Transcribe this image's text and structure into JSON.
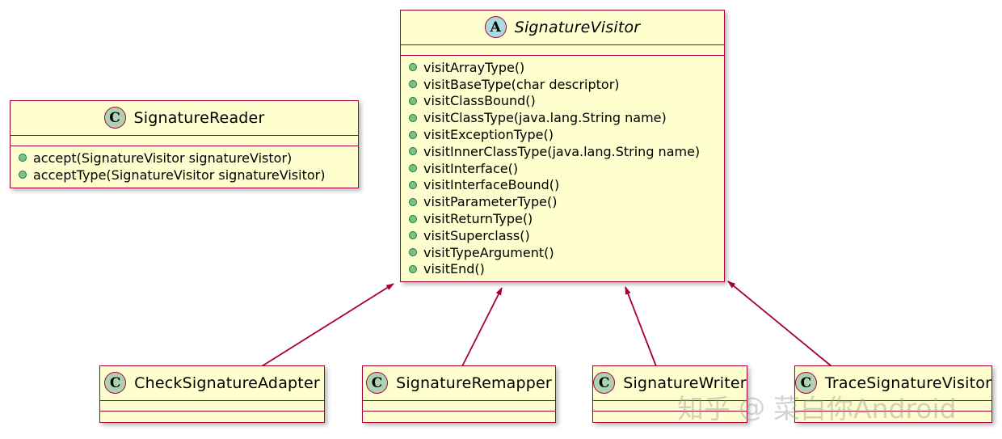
{
  "diagram": {
    "kind": "uml-class-diagram",
    "background": "#FFFFFF",
    "class_fill": "#FEFECE",
    "class_border": "#A80036",
    "class_icon_fill": "#ADD1B2",
    "abstract_icon_fill": "#A9DCDF",
    "visibility_public_fill": "#84BE84",
    "visibility_public_border": "#038048",
    "link_color": "#A80036"
  },
  "classes": {
    "signature_visitor": {
      "name": "SignatureVisitor",
      "stereotype": "A",
      "is_abstract": true,
      "attributes": [],
      "methods": [
        "visitArrayType()",
        "visitBaseType(char descriptor)",
        "visitClassBound()",
        "visitClassType(java.lang.String name)",
        "visitExceptionType()",
        "visitInnerClassType(java.lang.String name)",
        "visitInterface()",
        "visitInterfaceBound()",
        "visitParameterType()",
        "visitReturnType()",
        "visitSuperclass()",
        "visitTypeArgument()",
        "visitEnd()"
      ]
    },
    "signature_reader": {
      "name": "SignatureReader",
      "stereotype": "C",
      "is_abstract": false,
      "attributes": [],
      "methods": [
        "accept(SignatureVisitor signatureVistor)",
        "acceptType(SignatureVisitor signatureVisitor)"
      ]
    },
    "check_signature_adapter": {
      "name": "CheckSignatureAdapter",
      "stereotype": "C",
      "is_abstract": false,
      "attributes": [],
      "methods": []
    },
    "signature_remapper": {
      "name": "SignatureRemapper",
      "stereotype": "C",
      "is_abstract": false,
      "attributes": [],
      "methods": []
    },
    "signature_writer": {
      "name": "SignatureWriter",
      "stereotype": "C",
      "is_abstract": false,
      "attributes": [],
      "methods": []
    },
    "trace_signature_visitor": {
      "name": "TraceSignatureVisitor",
      "stereotype": "C",
      "is_abstract": false,
      "attributes": [],
      "methods": []
    }
  },
  "relationships": [
    {
      "from": "CheckSignatureAdapter",
      "to": "SignatureVisitor",
      "type": "extends"
    },
    {
      "from": "SignatureRemapper",
      "to": "SignatureVisitor",
      "type": "extends"
    },
    {
      "from": "SignatureWriter",
      "to": "SignatureVisitor",
      "type": "extends"
    },
    {
      "from": "TraceSignatureVisitor",
      "to": "SignatureVisitor",
      "type": "extends"
    }
  ],
  "watermark": {
    "logo": "知乎",
    "separator": "@",
    "author": "菜白你Android"
  }
}
